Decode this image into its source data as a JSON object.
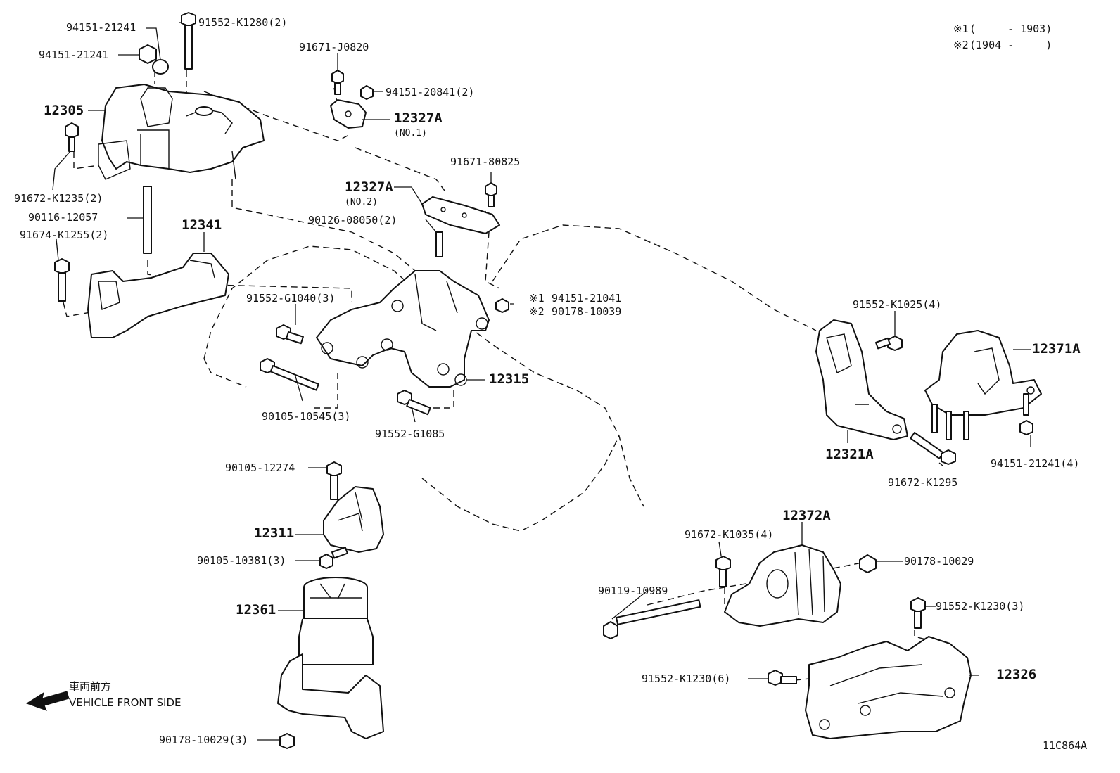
{
  "notes": {
    "n1_mark": "※1",
    "n1_range": "(　　　- 1903)",
    "n2_mark": "※2",
    "n2_range": "(1904 -　　　)"
  },
  "diagram_code": "11C864A",
  "front": {
    "jp": "車両前方",
    "en": "VEHICLE FRONT SIDE"
  },
  "labels": {
    "p94151_21241_a": "94151-21241",
    "p94151_21241_b": "94151-21241",
    "p91552_k1280": "91552-K1280(2)",
    "p91671_j0820": "91671-J0820",
    "p94151_20841": "94151-20841(2)",
    "p12305": "12305",
    "p12327a_no1": "12327A",
    "no1": "(NO.1)",
    "p91671_80825": "91671-80825",
    "p12327a_no2": "12327A",
    "no2": "(NO.2)",
    "p91672_k1235": "91672-K1235(2)",
    "p90116_12057": "90116-12057",
    "p90126_08050": "90126-08050(2)",
    "p12341": "12341",
    "p91674_k1255": "91674-K1255(2)",
    "p91552_g1040": "91552-G1040(3)",
    "mark1": "※1",
    "p94151_21041": "94151-21041",
    "mark2": "※2",
    "p90178_10039": "90178-10039",
    "p91552_k1025": "91552-K1025(4)",
    "p12371a": "12371A",
    "p12315": "12315",
    "p90105_10545": "90105-10545(3)",
    "p91552_g1085": "91552-G1085",
    "p12321a": "12321A",
    "p94151_21241_4": "94151-21241(4)",
    "p91672_k1295": "91672-K1295",
    "p90105_12274": "90105-12274",
    "p12311": "12311",
    "p90105_10381": "90105-10381(3)",
    "p12372a": "12372A",
    "p91672_k1035": "91672-K1035(4)",
    "p90178_10029_r": "90178-10029",
    "p90119_10989": "90119-10989",
    "p12361": "12361",
    "p91552_k1230_3": "91552-K1230(3)",
    "p91552_k1230_6": "91552-K1230(6)",
    "p12326": "12326",
    "p90178_10029_3": "90178-10029(3)"
  }
}
